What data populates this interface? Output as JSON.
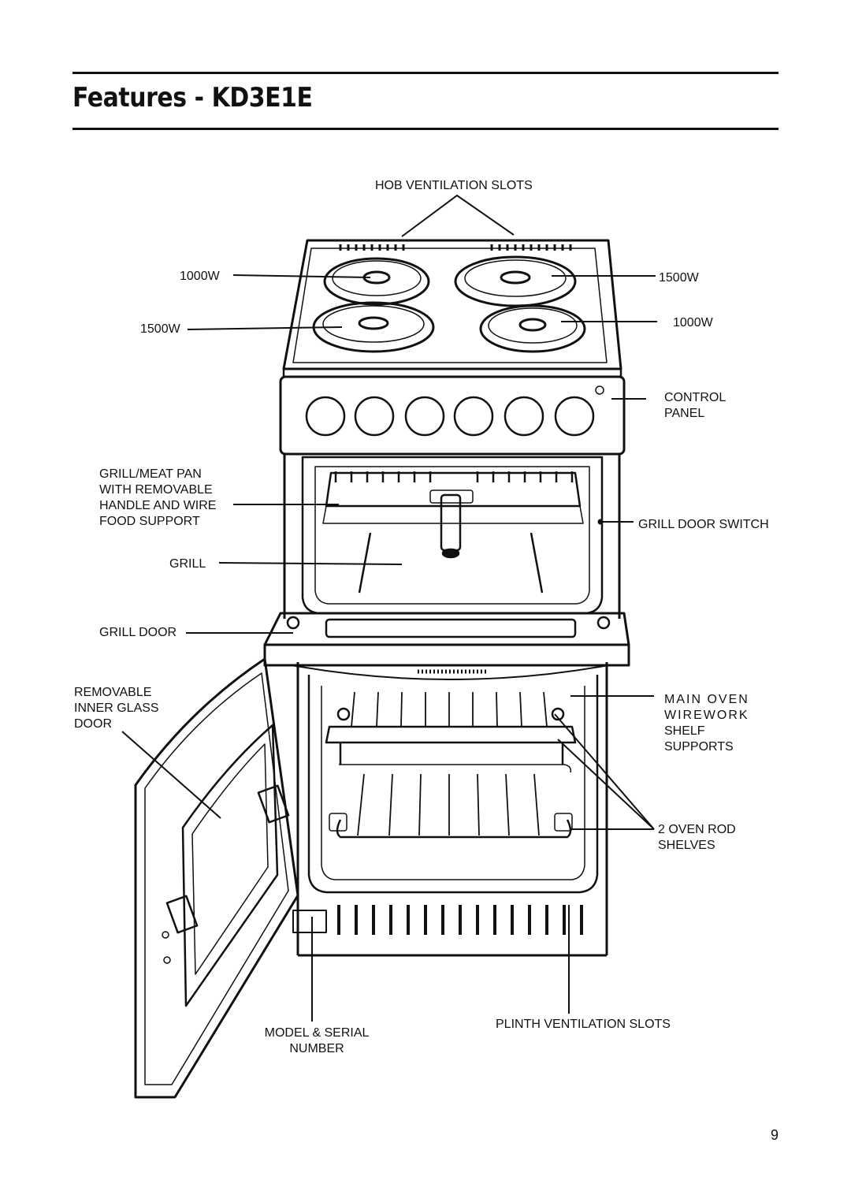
{
  "header": {
    "title": "Features - KD3E1E"
  },
  "labels": {
    "hob_vent": "HOB VENTILATION SLOTS",
    "ring_front_left": "1000W",
    "ring_back_left": "1500W",
    "ring_front_right": "1500W",
    "ring_back_right": "1000W",
    "control_panel": [
      "CONTROL",
      "PANEL"
    ],
    "grill_pan": [
      "GRILL/MEAT PAN",
      "WITH REMOVABLE",
      "HANDLE AND WIRE",
      "FOOD SUPPORT"
    ],
    "grill_door_switch": "GRILL DOOR SWITCH",
    "grill": "GRILL",
    "grill_door": "GRILL DOOR",
    "inner_glass": [
      "REMOVABLE",
      "INNER GLASS",
      "DOOR"
    ],
    "wirework": [
      "MAIN OVEN",
      "WIREWORK",
      "SHELF",
      "SUPPORTS"
    ],
    "oven_shelves": [
      "2 OVEN ROD",
      "SHELVES"
    ],
    "plinth_vent": "PLINTH VENTILATION SLOTS",
    "model_serial": [
      "MODEL & SERIAL",
      "NUMBER"
    ]
  },
  "page_number": "9"
}
